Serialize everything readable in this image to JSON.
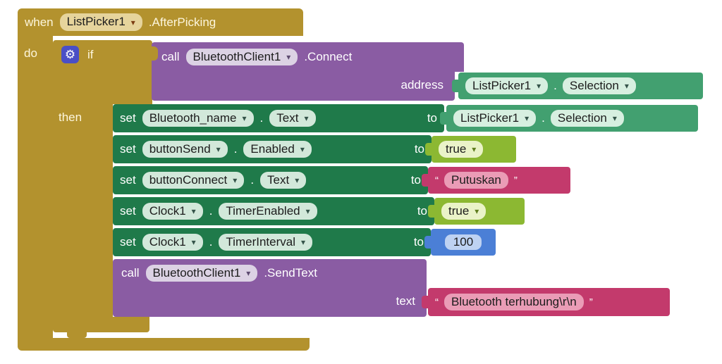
{
  "app": "MIT App Inventor blocks editor workspace",
  "colors": {
    "event_gold": "#b3922e",
    "procedure_purple": "#8a5ca3",
    "setter_dark_green": "#1f7a4a",
    "getter_green": "#42a070",
    "logic_lime": "#8cb832",
    "text_magenta": "#c33a6c",
    "number_blue": "#4b7fd6",
    "mutator_gear_bg": "#4a4fc6"
  },
  "icons": {
    "dropdown": "▾",
    "gear": "⚙",
    "quote_open": "“",
    "quote_close": "”"
  },
  "when_block": {
    "keyword": "when",
    "component": "ListPicker1",
    "event": ".AfterPicking",
    "do_label": "do"
  },
  "if_block": {
    "if_label": "if",
    "then_label": "then"
  },
  "connect_call": {
    "keyword": "call",
    "component": "BluetoothClient1",
    "method": ".Connect",
    "param": "address",
    "value": {
      "component": "ListPicker1",
      "separator": ".",
      "property": "Selection"
    }
  },
  "statements": {
    "set1": {
      "keyword": "set",
      "component": "Bluetooth_name",
      "separator": ".",
      "property": "Text",
      "to": "to",
      "value": {
        "component": "ListPicker1",
        "separator": ".",
        "property": "Selection"
      }
    },
    "set2": {
      "keyword": "set",
      "component": "buttonSend",
      "separator": ".",
      "property": "Enabled",
      "to": "to",
      "value": "true"
    },
    "set3": {
      "keyword": "set",
      "component": "buttonConnect",
      "separator": ".",
      "property": "Text",
      "to": "to",
      "value": "Putuskan"
    },
    "set4": {
      "keyword": "set",
      "component": "Clock1",
      "separator": ".",
      "property": "TimerEnabled",
      "to": "to",
      "value": "true"
    },
    "set5": {
      "keyword": "set",
      "component": "Clock1",
      "separator": ".",
      "property": "TimerInterval",
      "to": "to",
      "value": "100"
    },
    "send": {
      "keyword": "call",
      "component": "BluetoothClient1",
      "method": ".SendText",
      "param": "text",
      "value": "Bluetooth terhubung\\r\\n"
    }
  }
}
